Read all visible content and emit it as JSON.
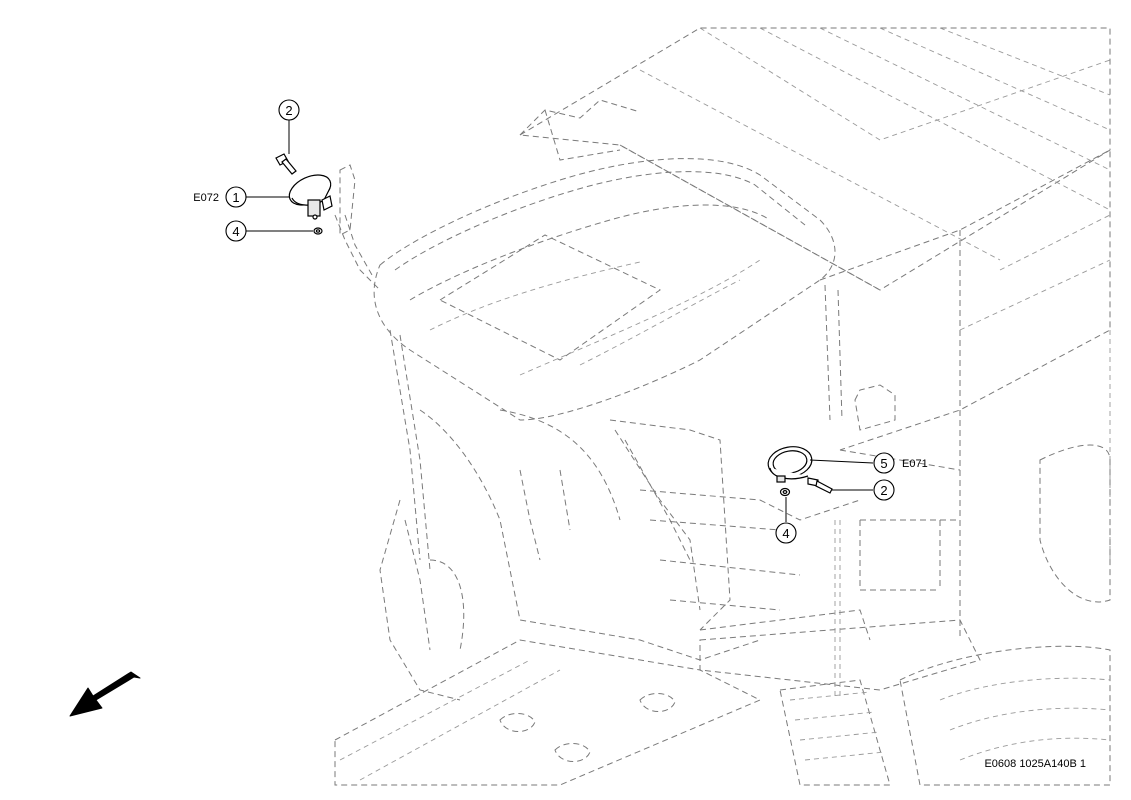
{
  "callouts": {
    "e072_item1": {
      "number": "1",
      "code": "E072"
    },
    "e072_item2": {
      "number": "2"
    },
    "e072_item4": {
      "number": "4"
    },
    "e071_item5": {
      "number": "5",
      "code": "E071"
    },
    "e071_item2": {
      "number": "2"
    },
    "e071_item4": {
      "number": "4"
    }
  },
  "drawing_reference": "E0608 1025A140B 1",
  "direction_arrow": "front-direction-arrow-icon"
}
